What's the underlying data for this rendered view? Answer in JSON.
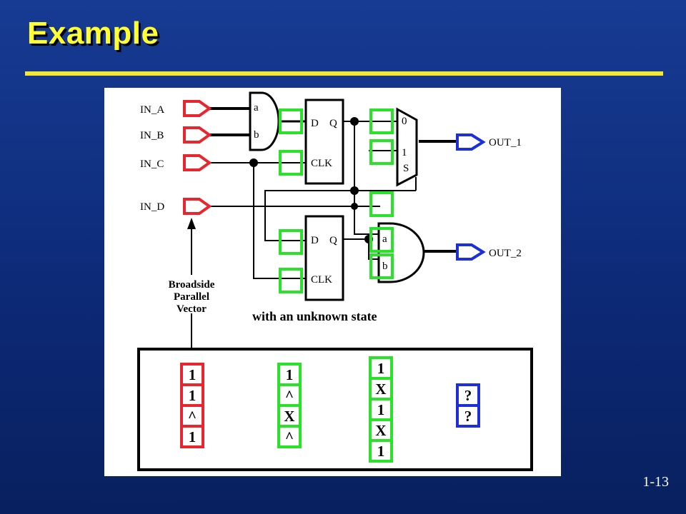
{
  "slide": {
    "title": "Example",
    "page_number": "1-13"
  },
  "circuit": {
    "inputs": [
      "IN_A",
      "IN_B",
      "IN_C",
      "IN_D"
    ],
    "outputs": [
      "OUT_1",
      "OUT_2"
    ],
    "and_gate_top": {
      "pin_a": "a",
      "pin_b": "b"
    },
    "and_gate_bottom": {
      "pin_a": "a",
      "pin_b": "b"
    },
    "flip_flop_top": {
      "d": "D",
      "q": "Q",
      "clk": "CLK"
    },
    "flip_flop_bottom": {
      "d": "D",
      "q": "Q",
      "clk": "CLK"
    },
    "mux": {
      "in0": "0",
      "in1": "1",
      "sel": "S"
    },
    "annotation": "Broadside Parallel Vector",
    "annotation_lines": [
      "Broadside",
      "Parallel",
      "Vector"
    ],
    "caption": "with an unknown state"
  },
  "vectors": [
    {
      "color": "#e8262d",
      "values": [
        "1",
        "1",
        "^",
        "1"
      ]
    },
    {
      "color": "#2be22b",
      "values": [
        "1",
        "^",
        "X",
        "^"
      ]
    },
    {
      "color": "#2be22b",
      "values": [
        "1",
        "X",
        "1",
        "X",
        "1"
      ]
    },
    {
      "color": "#1d2fd8",
      "values": [
        "?",
        "?"
      ]
    }
  ],
  "colors": {
    "input_port": "#e8262d",
    "output_port": "#1d2fd8",
    "test_point": "#2be22b",
    "title": "#ffff33",
    "rule": "#f2e733",
    "background": "#0d2a78"
  }
}
